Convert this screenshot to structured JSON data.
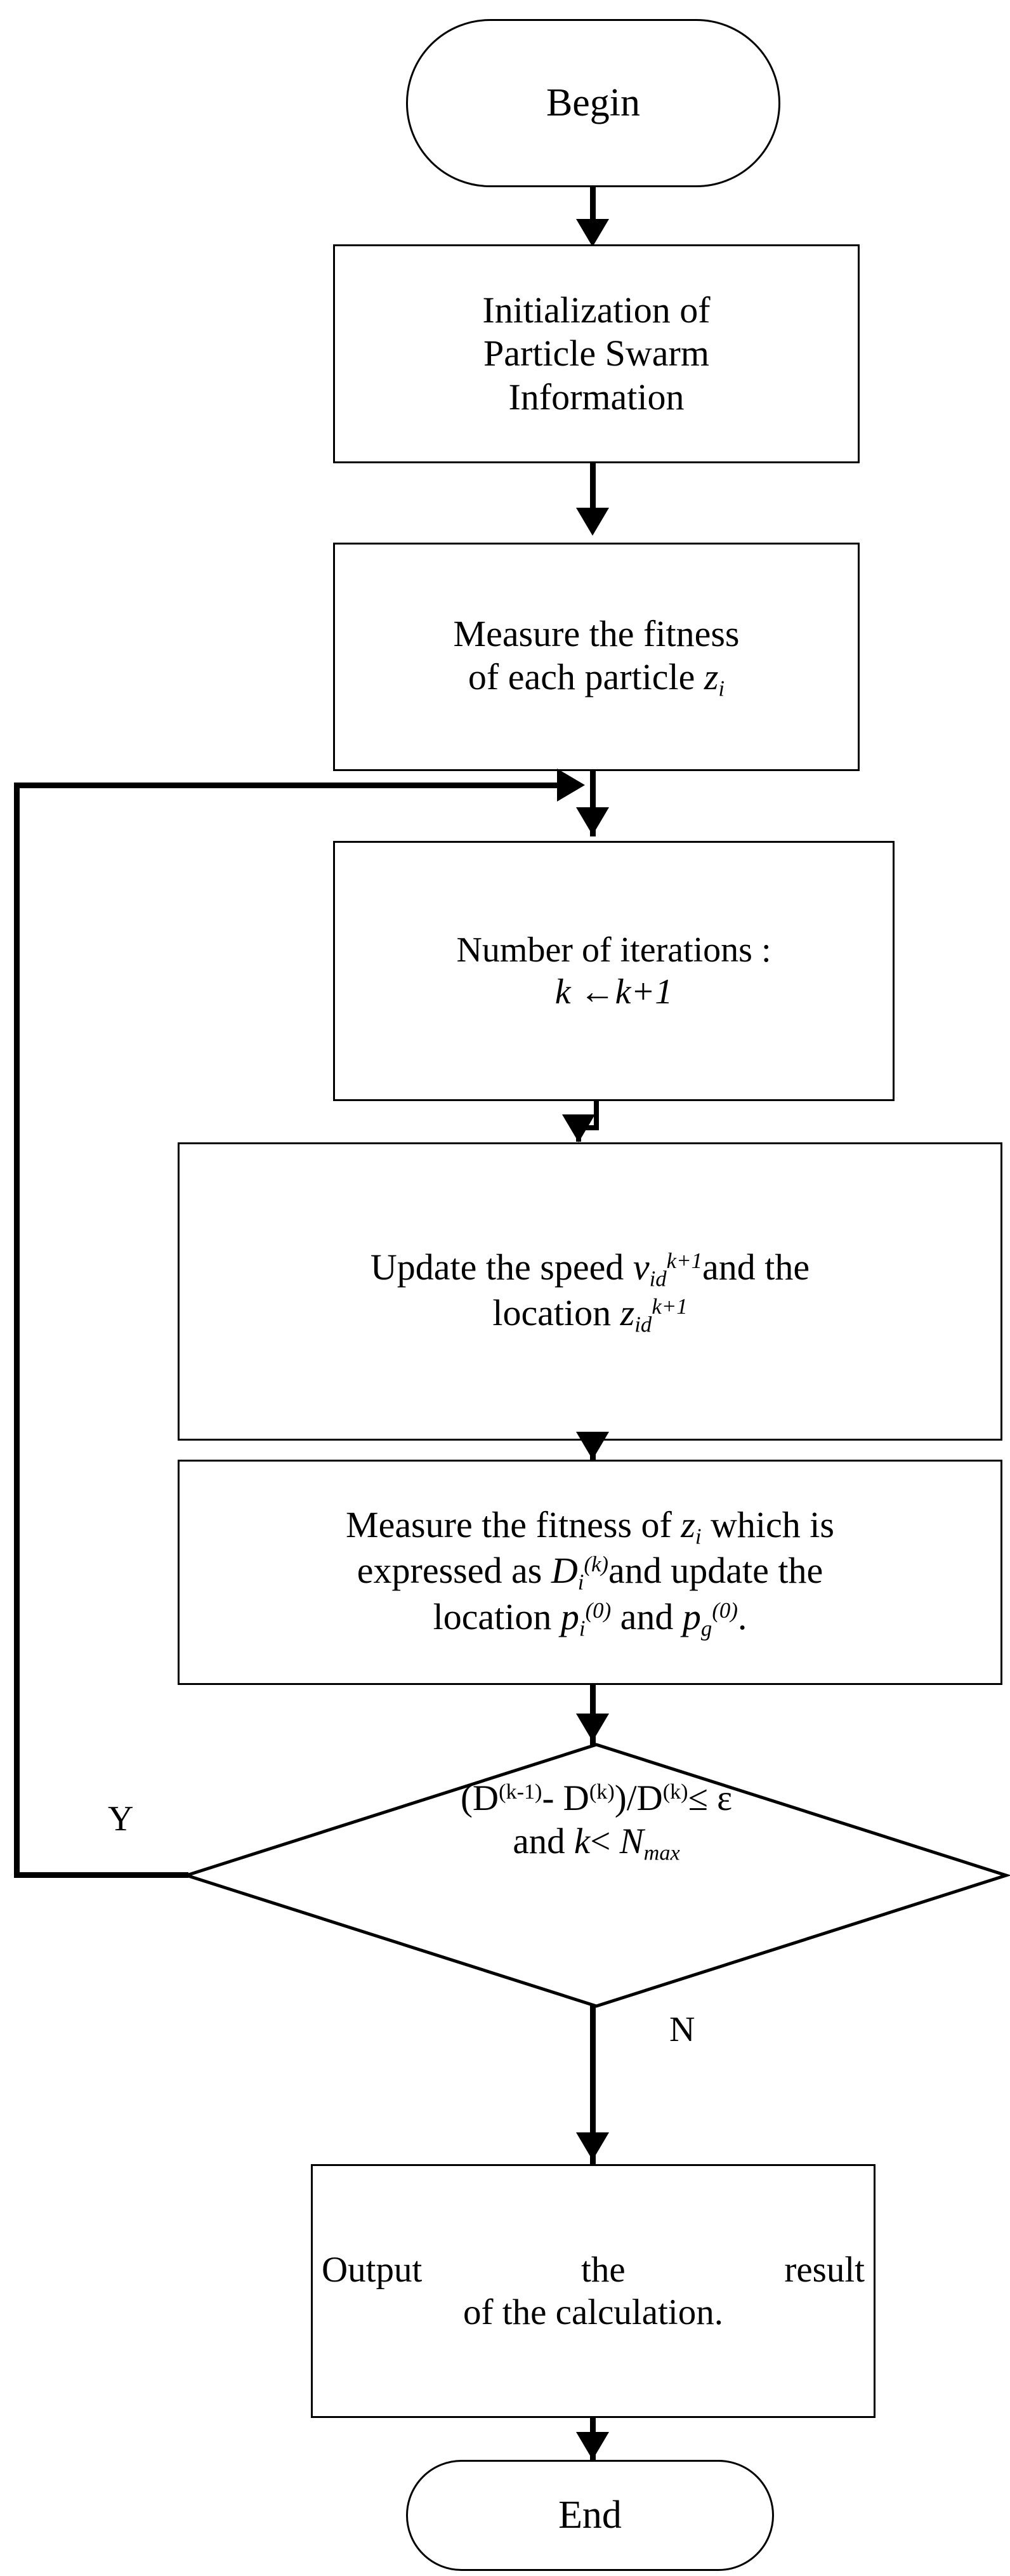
{
  "diagram": {
    "type": "flowchart",
    "title": "Particle Swarm Optimization algorithm flowchart",
    "orientation": "top-to-bottom",
    "stroke_color": "#000000",
    "background_color": "#ffffff"
  },
  "nodes": {
    "begin": {
      "shape": "terminal",
      "label": "Begin"
    },
    "initialization": {
      "shape": "process",
      "line1": "Initialization of",
      "line2": "Particle Swarm",
      "line3": "Information"
    },
    "measure_fitness_each": {
      "shape": "process",
      "line1": "Measure the fitness",
      "line2_prefix": "of each particle ",
      "line2_var": "z",
      "line2_sub": "i"
    },
    "iteration_counter": {
      "shape": "process",
      "line1": "Number of iterations :",
      "line2": "k ←k+1"
    },
    "update_speed_location": {
      "shape": "process",
      "line1_prefix": "Update the speed ",
      "line1_var": "v",
      "line1_sub": "id",
      "line1_sup": "k+1",
      "line1_suffix": "and the",
      "line2_prefix": "location ",
      "line2_var": "z",
      "line2_sub": "id",
      "line2_sup": "k+1"
    },
    "measure_fitness_update": {
      "shape": "process",
      "line1_prefix": "Measure the fitness of ",
      "line1_var": "z",
      "line1_sub": "i",
      "line1_suffix": " which is",
      "line2_prefix": "expressed as ",
      "line2_var": "D",
      "line2_sub": "i",
      "line2_sup": "(k)",
      "line2_suffix": "and update the",
      "line3_prefix": "location ",
      "line3_var1": "p",
      "line3_sub1": "i",
      "line3_sup1": "(0)",
      "line3_mid": " and ",
      "line3_var2": "p",
      "line3_sub2": "g",
      "line3_sup2": "(0)",
      "line3_suffix": "."
    },
    "decision": {
      "shape": "diamond",
      "line1_a": "(D",
      "line1_sup1": "(k-1)",
      "line1_b": "- D",
      "line1_sup2": "(k)",
      "line1_c": ")/D",
      "line1_sup3": "(k)",
      "line1_d": "≤ ε",
      "line2_prefix": "and ",
      "line2_var1": "k",
      "line2_op": "< ",
      "line2_var2": "N",
      "line2_sub": "max"
    },
    "output": {
      "shape": "process",
      "line1": "Output the result",
      "line2": "of the calculation."
    },
    "end": {
      "shape": "terminal",
      "label": "End"
    }
  },
  "branch_labels": {
    "yes": "Y",
    "no": "N"
  },
  "edges": [
    {
      "from": "begin",
      "to": "initialization",
      "label": ""
    },
    {
      "from": "initialization",
      "to": "measure_fitness_each",
      "label": ""
    },
    {
      "from": "measure_fitness_each",
      "to": "iteration_counter",
      "label": ""
    },
    {
      "from": "iteration_counter",
      "to": "update_speed_location",
      "label": ""
    },
    {
      "from": "update_speed_location",
      "to": "measure_fitness_update",
      "label": ""
    },
    {
      "from": "measure_fitness_update",
      "to": "decision",
      "label": ""
    },
    {
      "from": "decision",
      "to": "iteration_counter",
      "label": "Y"
    },
    {
      "from": "decision",
      "to": "output",
      "label": "N"
    },
    {
      "from": "output",
      "to": "end",
      "label": ""
    }
  ]
}
